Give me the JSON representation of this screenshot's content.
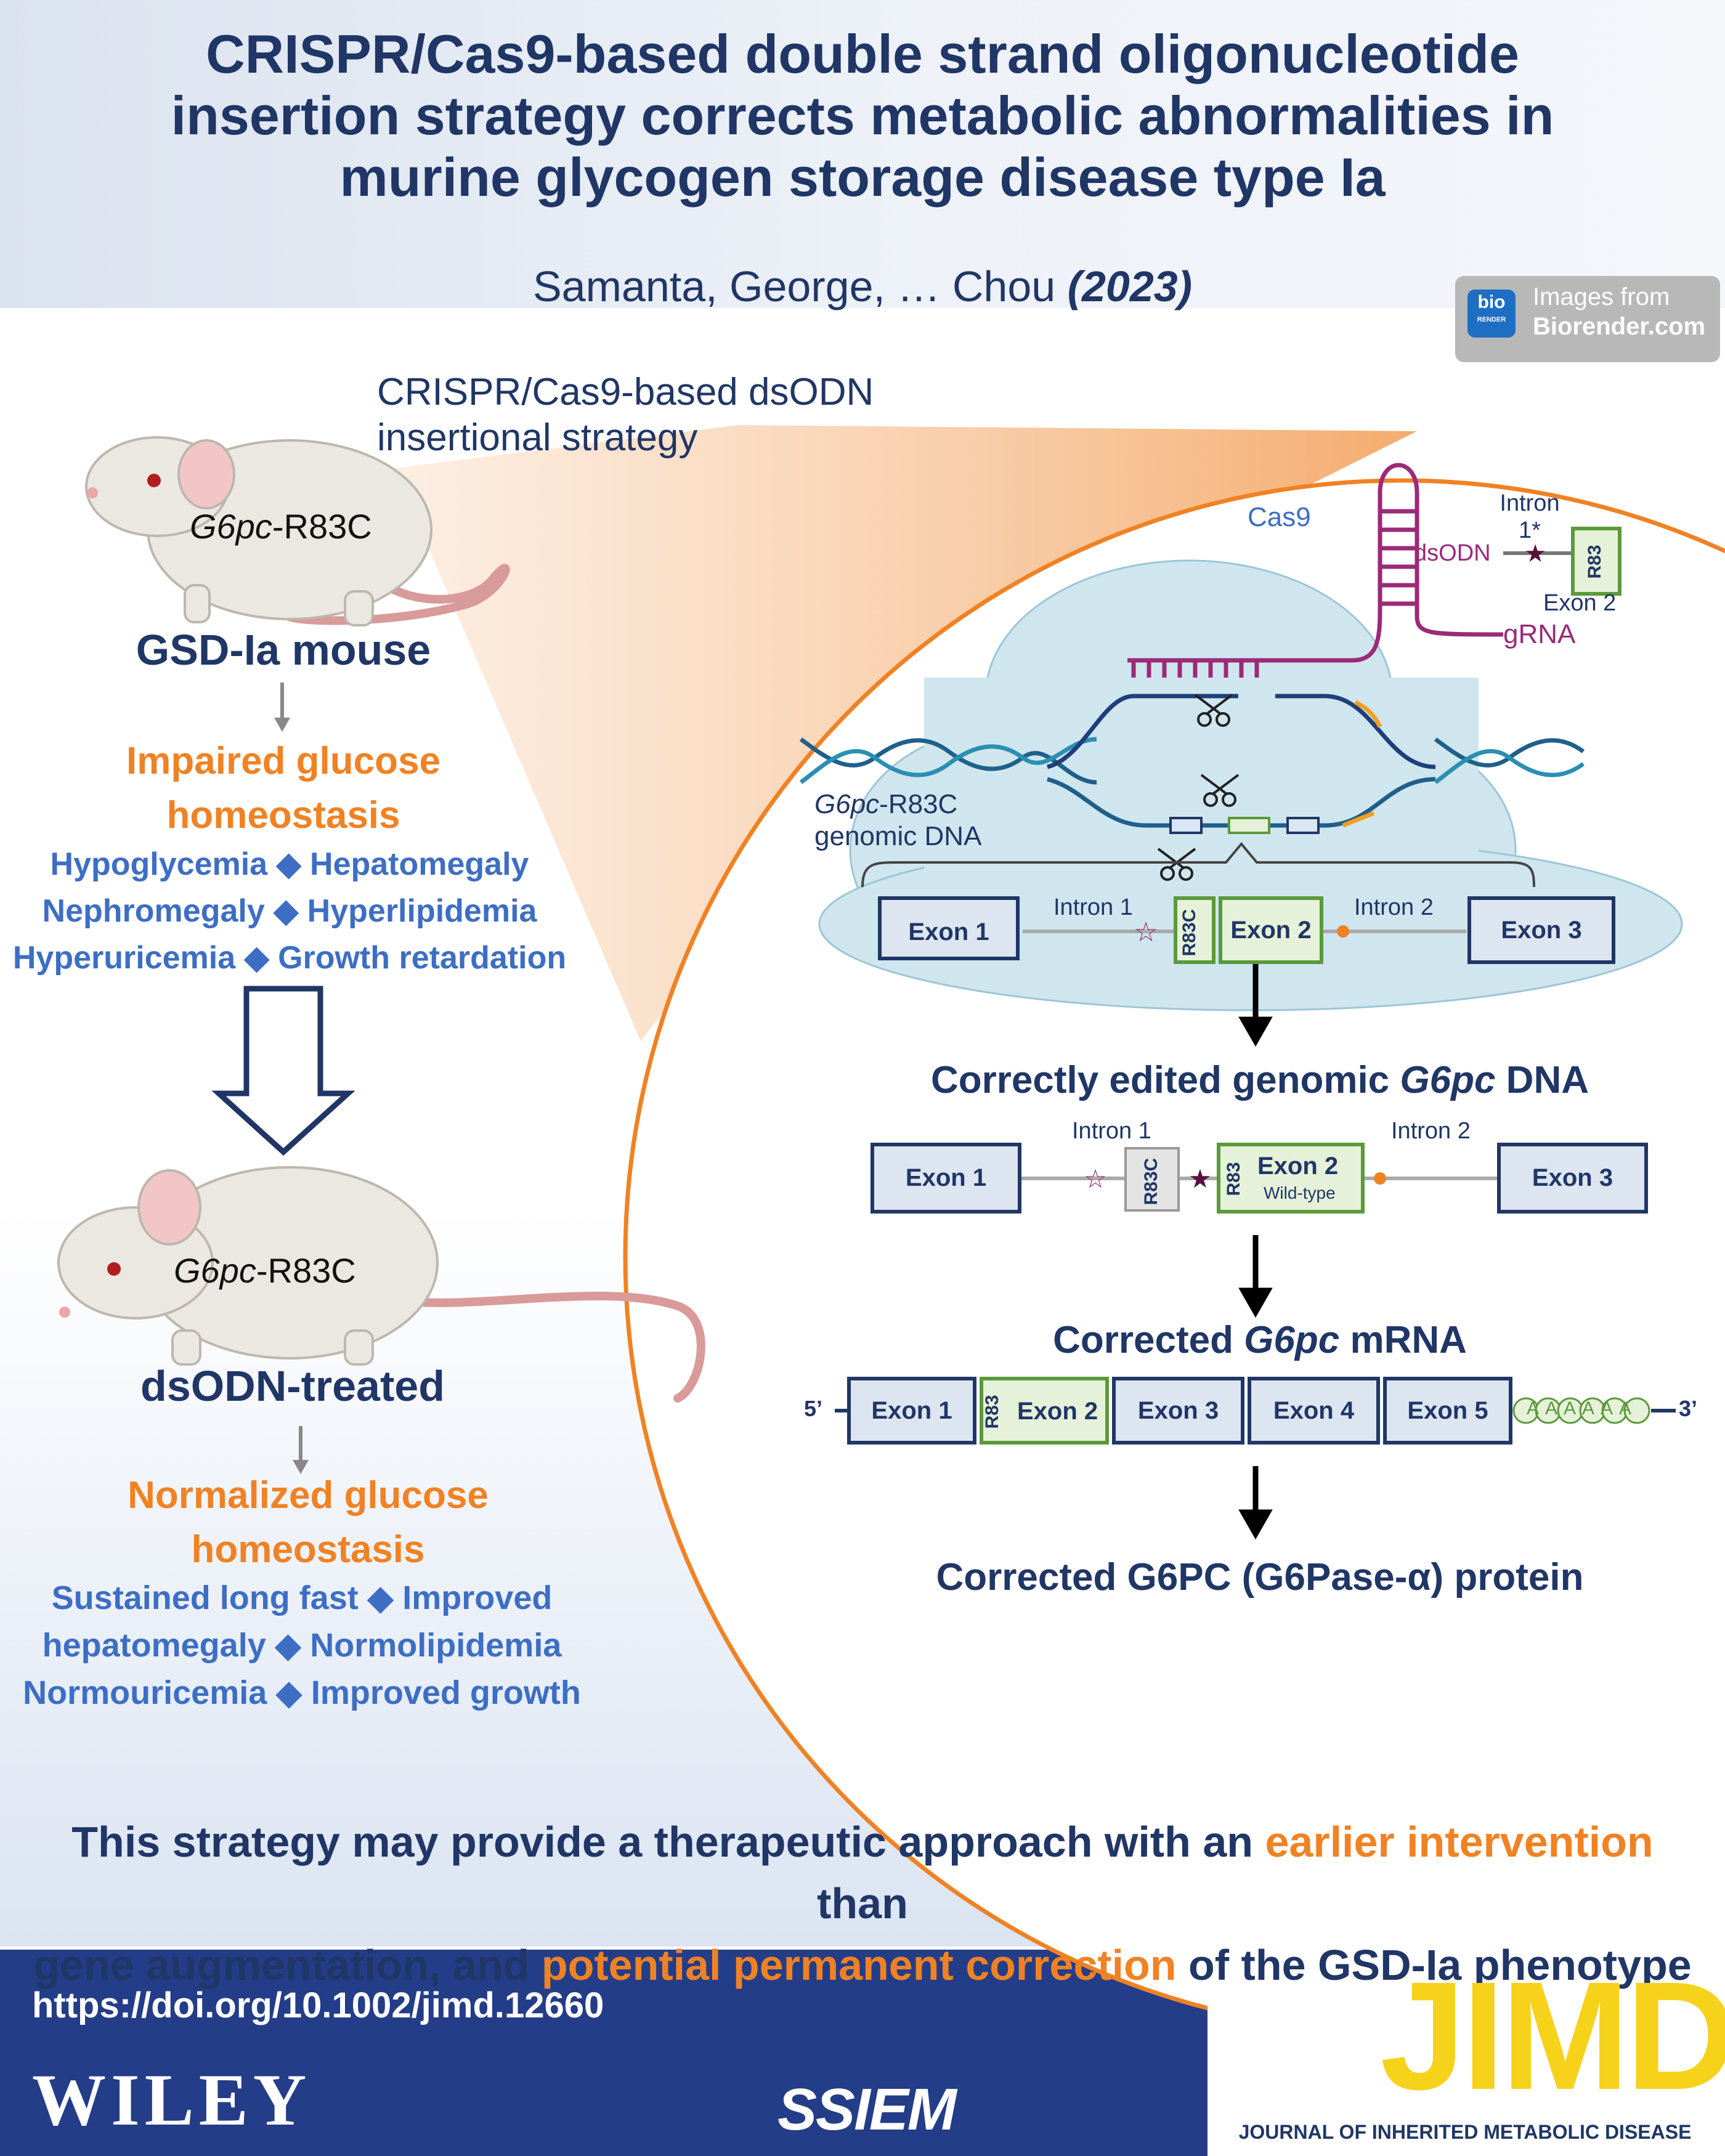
{
  "header": {
    "title_lines": [
      "CRISPR/Cas9-based double strand oligonucleotide",
      "insertion strategy corrects metabolic abnormalities in",
      "murine glycogen storage disease type Ia"
    ],
    "authors": "Samanta, George, … Chou",
    "year": "(2023)"
  },
  "biorender": {
    "icon_top": "bio",
    "icon_bottom": "RENDER",
    "line1": "Images from",
    "line2": "Biorender.com"
  },
  "left": {
    "strategy_label_line1": "CRISPR/Cas9-based dsODN",
    "strategy_label_line2": "insertional strategy",
    "mouse1_gene": "G6pc",
    "mouse1_mutation": "-R83C",
    "mouse1_caption": "GSD-Ia mouse",
    "impaired_line1": "Impaired glucose",
    "impaired_line2": "homeostasis",
    "symptoms": [
      [
        "Hypoglycemia",
        "Hepatomegaly"
      ],
      [
        "Nephromegaly",
        "Hyperlipidemia"
      ],
      [
        "Hyperuricemia",
        "Growth retardation"
      ]
    ],
    "mouse2_gene": "G6pc",
    "mouse2_mutation": "-R83C",
    "mouse2_caption": "dsODN-treated",
    "normalized_line1": "Normalized glucose",
    "normalized_line2": "homeostasis",
    "outcomes": [
      [
        "Sustained long fast",
        "Improved"
      ],
      [
        "hepatomegaly",
        "Normolipidemia"
      ],
      [
        "Normouricemia",
        "Improved growth"
      ]
    ],
    "diamond": "◆"
  },
  "diagram": {
    "cas9": "Cas9",
    "grna": "gRNA",
    "dsodn": "dsODN",
    "intron_1star": "Intron",
    "intron_1star_b": "1*",
    "r83": "R83",
    "exon2_small": "Exon 2",
    "genomic_gene": "G6pc",
    "genomic_suffix": "-R83C",
    "genomic_line2": "genomic DNA",
    "row1": {
      "exon1": "Exon 1",
      "intron1": "Intron 1",
      "r83c": "R83C",
      "exon2": "Exon 2",
      "intron2": "Intron 2",
      "exon3": "Exon 3"
    },
    "edited_title_pre": "Correctly edited genomic ",
    "edited_title_gene": "G6pc",
    "edited_title_post": " DNA",
    "row2": {
      "exon1": "Exon 1",
      "intron1": "Intron 1",
      "r83c": "R83C",
      "r83": "R83",
      "exon2": "Exon 2",
      "wildtype": "Wild-type",
      "intron2": "Intron 2",
      "exon3": "Exon 3"
    },
    "mrna_title_pre": "Corrected ",
    "mrna_title_gene": "G6pc",
    "mrna_title_post": " mRNA",
    "row3": {
      "five": "5’",
      "exon1": "Exon 1",
      "r83": "R83",
      "exon2": "Exon 2",
      "exon3": "Exon 3",
      "exon4": "Exon 4",
      "exon5": "Exon 5",
      "polya": "AAAAAA",
      "three": "3’"
    },
    "protein_title": "Corrected G6PC (G6Pase-α) protein"
  },
  "conclusion": {
    "line1_pre": "This strategy may provide a therapeutic approach with an ",
    "line1_hl": "earlier intervention",
    "line1_post": " than",
    "line2_pre": "gene augmentation, and ",
    "line2_hl": "potential permanent correction",
    "line2_post": " of the GSD-Ia phenotype"
  },
  "footer": {
    "doi": "https://doi.org/10.1002/jimd.12660",
    "wiley": "WILEY",
    "ssiem": "SSIEM",
    "jimd": "JIMD",
    "jimd_full": "JOURNAL OF INHERITED METABOLIC DISEASE"
  },
  "colors": {
    "navy": "#203666",
    "orange": "#f08224",
    "blue": "#3d6ec4",
    "footer_blue": "#243d88",
    "jimd_yellow": "#f6d21b",
    "exon_green": "#5b9a3b",
    "grna_magenta": "#9b2a78"
  }
}
